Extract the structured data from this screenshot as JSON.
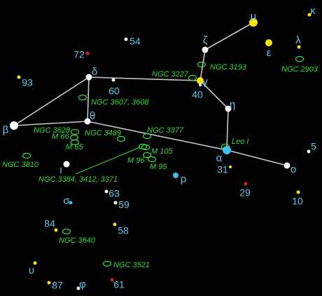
{
  "chart": {
    "constellation": "Leo",
    "colors": {
      "background": "#000000",
      "line": "#c8c8c8",
      "label": "#5fc8ea",
      "dso": "#33dd33",
      "star_white": "#ffffff",
      "star_yellow": "#ffe400",
      "star_blue": "#3fc0ee",
      "star_red": "#e02020"
    }
  },
  "stars": [
    {
      "id": "mu",
      "label": "μ",
      "color": "#ffe400",
      "mag": "bright"
    },
    {
      "id": "kappa",
      "label": "κ",
      "color": "#ffe400",
      "mag": "faint"
    },
    {
      "id": "zeta",
      "label": "ζ",
      "color": "#ffffff",
      "mag": "mid"
    },
    {
      "id": "epsilon",
      "label": "ε",
      "color": "#ffe400",
      "mag": "bright"
    },
    {
      "id": "lambda",
      "label": "λ",
      "color": "#ffe400",
      "mag": "faint"
    },
    {
      "id": "s54",
      "label": "54",
      "color": "#ffffff",
      "mag": "faint"
    },
    {
      "id": "s72",
      "label": "72",
      "color": "#e02020",
      "mag": "faint"
    },
    {
      "id": "delta",
      "label": "δ",
      "color": "#ffffff",
      "mag": "mid"
    },
    {
      "id": "s93",
      "label": "93",
      "color": "#ffe400",
      "mag": "faint"
    },
    {
      "id": "s60",
      "label": "60",
      "color": "#ffffff",
      "mag": "faint"
    },
    {
      "id": "gamma",
      "label": "γ",
      "color": "#ffe400",
      "mag": "bright"
    },
    {
      "id": "s40",
      "label": "40",
      "color": "#ffffff",
      "mag": "faint"
    },
    {
      "id": "theta",
      "label": "θ",
      "color": "#ffffff",
      "mag": "mid"
    },
    {
      "id": "eta",
      "label": "η",
      "color": "#ffffff",
      "mag": "mid"
    },
    {
      "id": "beta",
      "label": "β",
      "color": "#ffffff",
      "mag": "bright"
    },
    {
      "id": "alpha",
      "label": "α",
      "color": "#3fc0ee",
      "mag": "bright"
    },
    {
      "id": "s5",
      "label": "5",
      "color": "#ffffff",
      "mag": "faint"
    },
    {
      "id": "s31",
      "label": "31",
      "color": "#ffe400",
      "mag": "faint"
    },
    {
      "id": "omicron",
      "label": "ο",
      "color": "#ffffff",
      "mag": "mid"
    },
    {
      "id": "iota",
      "label": "ι",
      "color": "#ffffff",
      "mag": "mid"
    },
    {
      "id": "rho",
      "label": "ρ",
      "color": "#3fc0ee",
      "mag": "mid"
    },
    {
      "id": "s29",
      "label": "29",
      "color": "#e02020",
      "mag": "faint"
    },
    {
      "id": "s63",
      "label": "63",
      "color": "#ffffff",
      "mag": "faint"
    },
    {
      "id": "sigma",
      "label": "σ",
      "color": "#3fc0ee",
      "mag": "faint"
    },
    {
      "id": "s59",
      "label": "59",
      "color": "#ffffff",
      "mag": "faint"
    },
    {
      "id": "s10",
      "label": "10",
      "color": "#ffe400",
      "mag": "faint"
    },
    {
      "id": "s84",
      "label": "84",
      "color": "#ffe400",
      "mag": "faint"
    },
    {
      "id": "s58",
      "label": "58",
      "color": "#ffe400",
      "mag": "faint"
    },
    {
      "id": "upsilon",
      "label": "υ",
      "color": "#ffe400",
      "mag": "faint"
    },
    {
      "id": "s87",
      "label": "87",
      "color": "#ffe400",
      "mag": "faint"
    },
    {
      "id": "phi",
      "label": "φ",
      "color": "#ffffff",
      "mag": "faint"
    },
    {
      "id": "s61",
      "label": "61",
      "color": "#e02020",
      "mag": "faint"
    }
  ],
  "lines": [
    [
      "mu",
      "zeta"
    ],
    [
      "zeta",
      "gamma"
    ],
    [
      "gamma",
      "delta"
    ],
    [
      "delta",
      "beta"
    ],
    [
      "delta",
      "theta"
    ],
    [
      "theta",
      "beta"
    ],
    [
      "theta",
      "alpha"
    ],
    [
      "gamma",
      "eta"
    ],
    [
      "eta",
      "alpha"
    ],
    [
      "alpha",
      "omicron"
    ]
  ],
  "dso": [
    {
      "label": "NGC 3193"
    },
    {
      "label": "NGC 2903"
    },
    {
      "label": "NGC 3227"
    },
    {
      "label": "NGC 3607, 3608"
    },
    {
      "label": "NGC 3628"
    },
    {
      "label": "M 66"
    },
    {
      "label": "M 65"
    },
    {
      "label": "NGC 3489"
    },
    {
      "label": "NGC 3377"
    },
    {
      "label": "Leo I"
    },
    {
      "label": "M 105"
    },
    {
      "label": "M 96"
    },
    {
      "label": "M 95"
    },
    {
      "label": "NGC 3810"
    },
    {
      "label": "NGC 3384, 3412, 3371"
    },
    {
      "label": "NGC 3640"
    },
    {
      "label": "NGC 3521"
    }
  ]
}
